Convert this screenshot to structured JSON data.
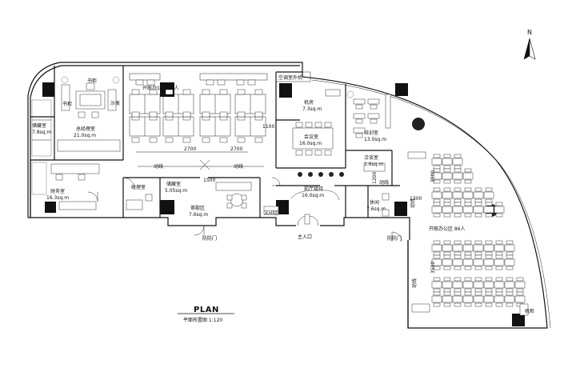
{
  "plan": {
    "title": "PLAN",
    "subtitle": "平面布置图 1:120",
    "north": "N"
  },
  "rooms": {
    "general_manager": {
      "name": "总经理室",
      "area": "21.0sq.m"
    },
    "storage_left": {
      "name": "储藏室",
      "area": "7.8sq.m"
    },
    "finance": {
      "name": "财务室",
      "area": "16.3sq.m"
    },
    "manager": {
      "name": "经理室",
      "area": ""
    },
    "storage_mid": {
      "name": "储藏室",
      "area": "5.05sq.m"
    },
    "tea": {
      "name": "茶歇区",
      "area": "7.6sq.m"
    },
    "open_office_20": {
      "name": "开敞办公区 20人"
    },
    "aircon": {
      "name": "空调室外机"
    },
    "server": {
      "name": "机房",
      "area": "7.3sq.m"
    },
    "meeting": {
      "name": "会议室",
      "area": "16.0sq.m"
    },
    "training": {
      "name": "培训室",
      "area": "13.0sq.m"
    },
    "reception": {
      "name": "前厅接待",
      "area": "16.0sq.m"
    },
    "interview": {
      "name": "洽谈室",
      "area": "1.6sq.m"
    },
    "file": {
      "name": "文印区"
    },
    "lounge": {
      "name": "休闲",
      "area": "7.6sq.m"
    },
    "open_office_86": {
      "name": "开敞办公区 86人"
    },
    "machine": {
      "name": "机柜"
    }
  },
  "labels": {
    "bookcase": "书柜",
    "bookcase2": "书柜",
    "sofa": "沙发",
    "green": "绿化",
    "corridor_top": "动线",
    "corridor_mid": "动线",
    "corridor_right": "动线",
    "corridor_right2": "动线",
    "corridor_rv": "动线",
    "fire_door_left": "防防门",
    "fire_door_right": "防防门",
    "main_entry": "主入口"
  },
  "dimensions": {
    "d2700a": "2700",
    "d2700b": "2700",
    "d1100": "1100",
    "d1500": "1500",
    "d1200": "1200",
    "d1300": "1300",
    "d3500a": "3500",
    "d3500b": "3500"
  }
}
